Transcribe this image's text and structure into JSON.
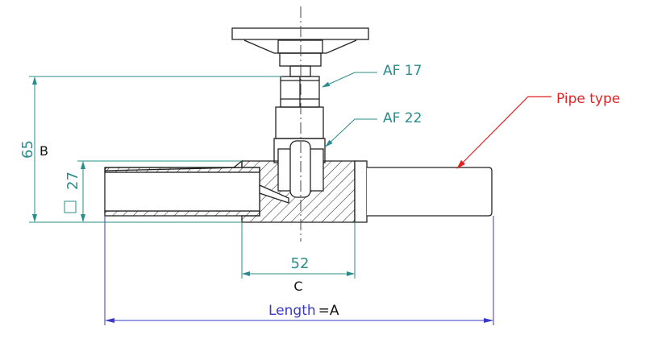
{
  "colors": {
    "dimension": "#2a8c8c",
    "length": "#3a3ac8",
    "pipe_label": "#e02424",
    "outline": "#222222"
  },
  "labels": {
    "af17": "AF 17",
    "af22": "AF 22",
    "pipe_type": "Pipe type",
    "dim_height": "65",
    "dim_height_var": "B",
    "dim_square": "27",
    "dim_center": "52",
    "dim_center_var": "C",
    "length_label": "Length",
    "length_var": "=A"
  }
}
